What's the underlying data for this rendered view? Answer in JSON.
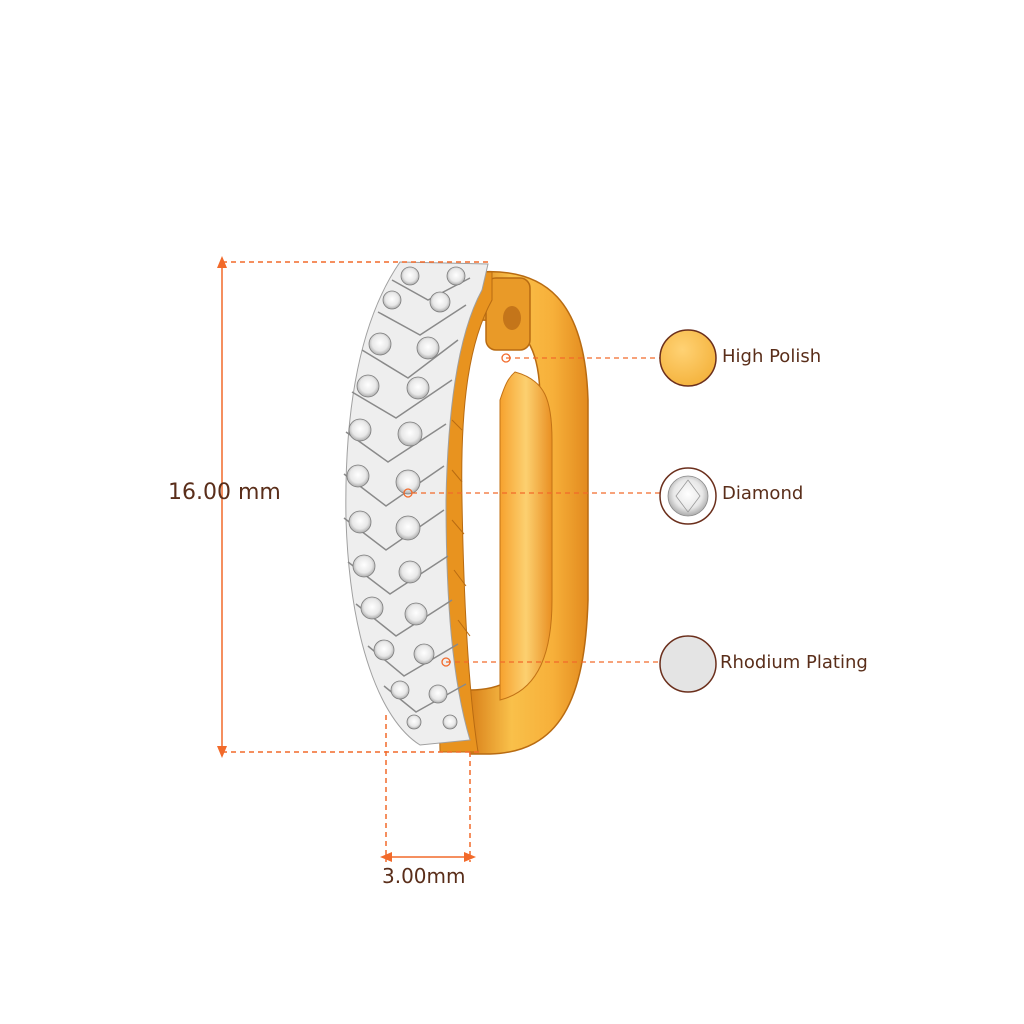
{
  "dimensions": {
    "height_label": "16.00 mm",
    "width_label": "3.00mm"
  },
  "legend": {
    "high_polish": "High Polish",
    "diamond": "Diamond",
    "rhodium_plating": "Rhodium Plating"
  },
  "colors": {
    "dimension_line": "#f26a2a",
    "text": "#5a2e1a",
    "gold": "#f5b53e",
    "rhodium": "#e4e4e4",
    "swatch_border": "#6b2f1c"
  }
}
